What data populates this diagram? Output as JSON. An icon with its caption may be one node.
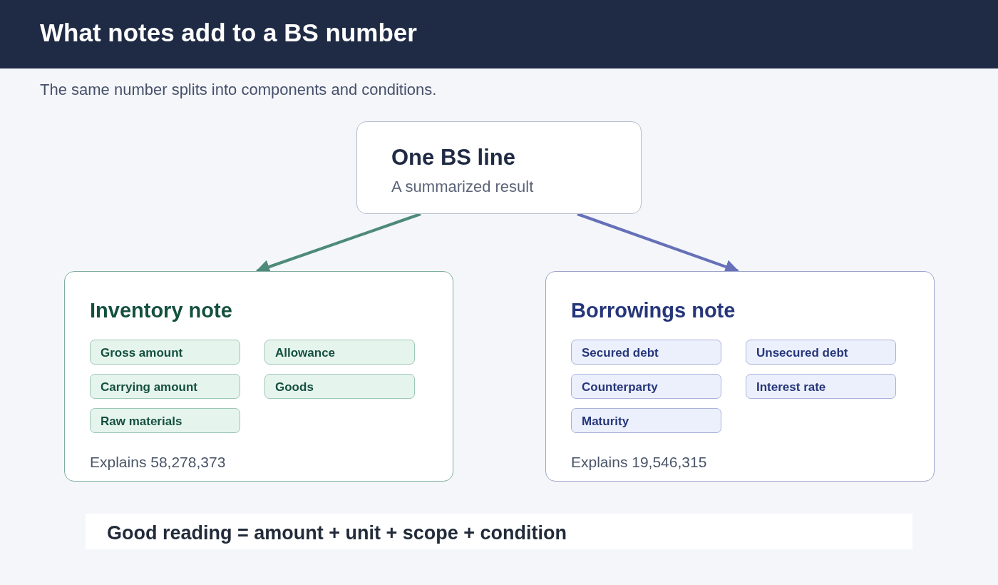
{
  "diagram": {
    "title": "What notes add to a BS number",
    "nodes": [
      {
        "text": [
          "One BS line",
          "A summarized result"
        ]
      },
      {
        "text": [
          "Inventory note",
          "Explains 58,278,373"
        ]
      },
      {
        "text": [
          "Gross amount"
        ],
        "in": 1
      },
      {
        "text": [
          "Allowance"
        ],
        "in": 1
      },
      {
        "text": [
          "Carrying amount"
        ],
        "in": 1
      },
      {
        "text": [
          "Goods"
        ],
        "in": 1
      },
      {
        "text": [
          "Raw materials"
        ],
        "in": 1
      },
      {
        "text": [
          "Borrowings note",
          "Explains 19,546,315"
        ]
      },
      {
        "text": [
          "Secured debt"
        ],
        "in": 7
      },
      {
        "text": [
          "Unsecured debt"
        ],
        "in": 7
      },
      {
        "text": [
          "Counterparty"
        ],
        "in": 7
      },
      {
        "text": [
          "Interest rate"
        ],
        "in": 7
      },
      {
        "text": [
          "Maturity"
        ],
        "in": 7
      }
    ],
    "edges": [
      {
        "from": 0,
        "to": 1,
        "arrow": "to",
        "color": "#4e8a78"
      },
      {
        "from": 0,
        "to": 7,
        "arrow": "to",
        "color": "#6670b8"
      }
    ],
    "labels": [
      "The same number splits into components and conditions.",
      "Good reading = amount + unit + scope + condition"
    ]
  }
}
